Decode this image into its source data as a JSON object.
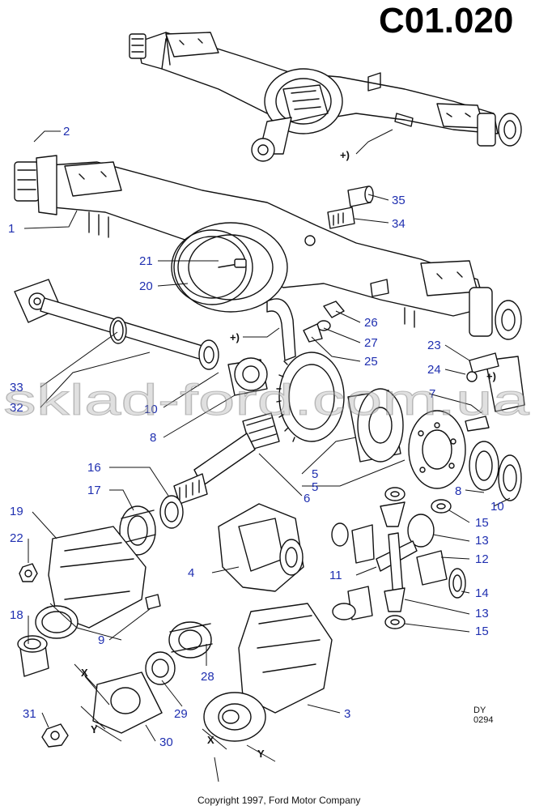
{
  "title": "C01.020",
  "watermark": "sklad-ford.com.ua",
  "copyright": "Copyright 1997, Ford Motor Company",
  "drawing_code": [
    "DY",
    "0294"
  ],
  "variant_marker": "+)",
  "dimension_labels": [
    "X",
    "Y"
  ],
  "callouts": {
    "c1": "1",
    "c2": "2",
    "c3": "3",
    "c4": "4",
    "c5a": "5",
    "c5b": "5",
    "c6": "6",
    "c7": "7",
    "c8a": "8",
    "c8b": "8",
    "c9": "9",
    "c10a": "10",
    "c10b": "10",
    "c11": "11",
    "c12": "12",
    "c13a": "13",
    "c13b": "13",
    "c14": "14",
    "c15a": "15",
    "c15b": "15",
    "c16": "16",
    "c17": "17",
    "c18": "18",
    "c19": "19",
    "c20": "20",
    "c21": "21",
    "c22": "22",
    "c23": "23",
    "c24": "24",
    "c25": "25",
    "c26": "26",
    "c27": "27",
    "c28": "28",
    "c29": "29",
    "c30": "30",
    "c31": "31",
    "c32": "32",
    "c33": "33",
    "c34": "34",
    "c35": "35"
  }
}
